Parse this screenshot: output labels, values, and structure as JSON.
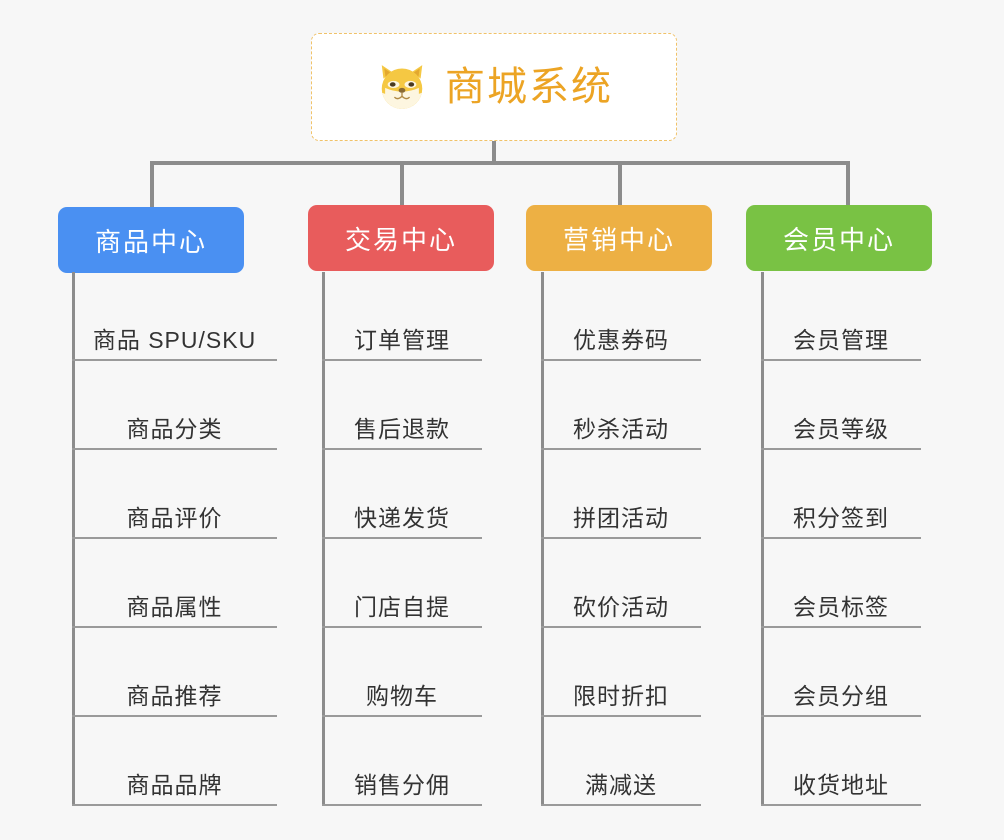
{
  "page": {
    "background_color": "#f7f7f7",
    "diagram_type": "organization-tree"
  },
  "root": {
    "title": "商城系统",
    "icon": "shiba-dog-face-icon",
    "text_color": "#eca424",
    "border_color": "#f0c269",
    "background_color": "#ffffff"
  },
  "connector": {
    "color": "#8c8c8c"
  },
  "columns": [
    {
      "id": "product-center",
      "label": "商品中心",
      "color": "#4a90f2",
      "items": [
        "商品 SPU/SKU",
        "商品分类",
        "商品评价",
        "商品属性",
        "商品推荐",
        "商品品牌"
      ]
    },
    {
      "id": "trade-center",
      "label": "交易中心",
      "color": "#e85c5c",
      "items": [
        "订单管理",
        "售后退款",
        "快递发货",
        "门店自提",
        "购物车",
        "销售分佣"
      ]
    },
    {
      "id": "marketing-center",
      "label": "营销中心",
      "color": "#edb044",
      "items": [
        "优惠券码",
        "秒杀活动",
        "拼团活动",
        "砍价活动",
        "限时折扣",
        "满减送"
      ]
    },
    {
      "id": "member-center",
      "label": "会员中心",
      "color": "#79c244",
      "items": [
        "会员管理",
        "会员等级",
        "积分签到",
        "会员标签",
        "会员分组",
        "收货地址"
      ]
    }
  ]
}
